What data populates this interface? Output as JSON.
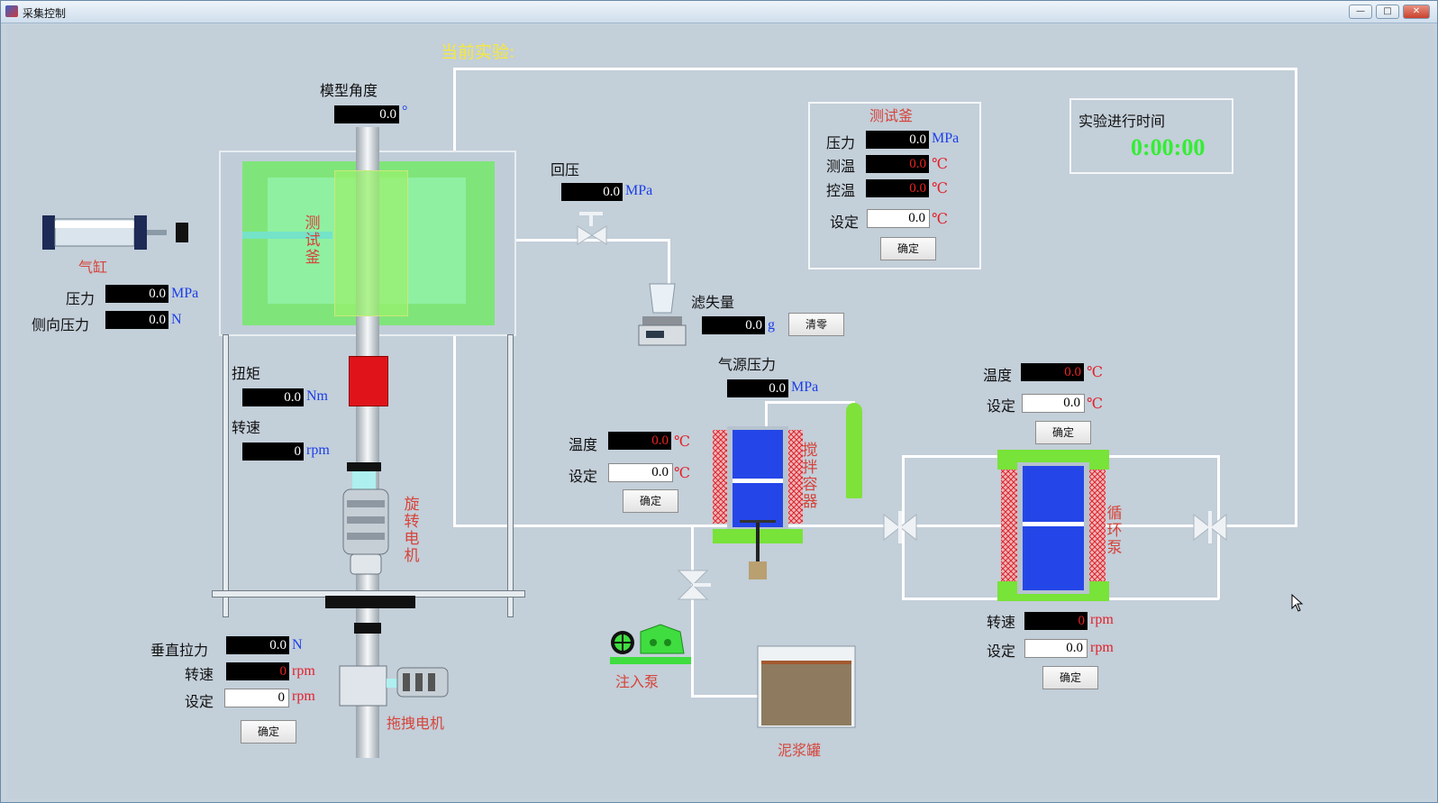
{
  "window": {
    "title": "采集控制",
    "min_label": "—",
    "max_label": "□",
    "close_label": "✕"
  },
  "experiment": {
    "label": "当前实验:"
  },
  "model": {
    "angle_label": "模型角度",
    "angle_value": "0.0",
    "angle_unit": "°",
    "vessel_label": "测试釜"
  },
  "cylinder": {
    "label": "气缸",
    "pressure_label": "压力",
    "pressure_value": "0.0",
    "pressure_unit": "MPa",
    "lateral_label": "侧向压力",
    "lateral_value": "0.0",
    "lateral_unit": "N"
  },
  "torque": {
    "label": "扭矩",
    "value": "0.0",
    "unit": "Nm"
  },
  "speed": {
    "label": "转速",
    "value": "0",
    "unit": "rpm"
  },
  "rotary_motor": {
    "label": "旋转电机"
  },
  "vertical": {
    "pull_label": "垂直拉力",
    "pull_value": "0.0",
    "pull_unit": "N",
    "speed_label": "转速",
    "speed_value": "0",
    "speed_unit": "rpm",
    "set_label": "设定",
    "set_value": "0",
    "set_unit": "rpm",
    "confirm_label": "确定"
  },
  "drag_motor": {
    "label": "拖拽电机"
  },
  "back_pressure": {
    "label": "回压",
    "value": "0.0",
    "unit": "MPa"
  },
  "filtrate": {
    "label": "滤失量",
    "value": "0.0",
    "unit": "g",
    "clear_label": "清零"
  },
  "gas_source": {
    "label": "气源压力",
    "value": "0.0",
    "unit": "MPa"
  },
  "mixer": {
    "label": "搅拌容器",
    "temp_label": "温度",
    "temp_value": "0.0",
    "temp_unit": "℃",
    "set_label": "设定",
    "set_value": "0.0",
    "set_unit": "℃",
    "confirm_label": "确定"
  },
  "test_vessel_panel": {
    "title": "测试釜",
    "pressure_label": "压力",
    "pressure_value": "0.0",
    "pressure_unit": "MPa",
    "measure_temp_label": "测温",
    "measure_temp_value": "0.0",
    "measure_temp_unit": "℃",
    "control_temp_label": "控温",
    "control_temp_value": "0.0",
    "control_temp_unit": "℃",
    "set_label": "设定",
    "set_value": "0.0",
    "set_unit": "℃",
    "confirm_label": "确定"
  },
  "timer": {
    "label": "实验进行时间",
    "value": "0:00:00"
  },
  "circ_pump": {
    "label": "循环泵",
    "temp_label": "温度",
    "temp_value": "0.0",
    "temp_unit": "℃",
    "set_label": "设定",
    "set_value": "0.0",
    "set_unit": "℃",
    "confirm_label": "确定",
    "speed_label": "转速",
    "speed_value": "0",
    "speed_unit": "rpm",
    "speed_set_label": "设定",
    "speed_set_value": "0.0",
    "speed_set_unit": "rpm",
    "speed_confirm_label": "确定"
  },
  "injection_pump": {
    "label": "注入泵"
  },
  "mud_tank": {
    "label": "泥浆罐"
  }
}
